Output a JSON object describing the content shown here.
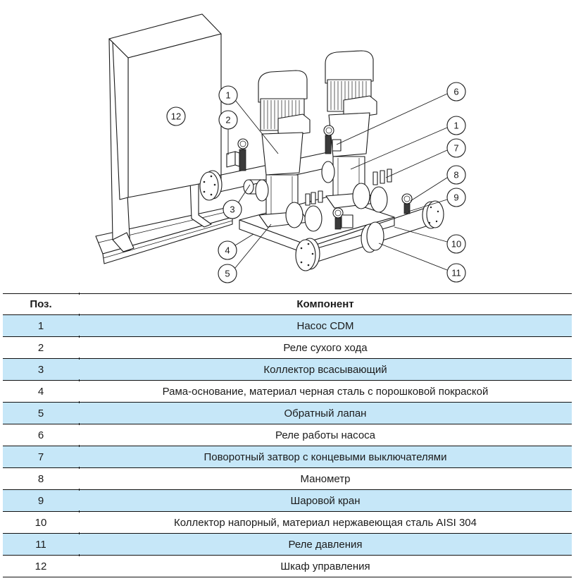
{
  "diagram": {
    "title": "Pump station components diagram",
    "callouts": [
      {
        "label": "12",
        "target": "control-cabinet"
      },
      {
        "label": "1",
        "target": "pump-cdm-left"
      },
      {
        "label": "2",
        "target": "dry-run-relay"
      },
      {
        "label": "3",
        "target": "suction-manifold"
      },
      {
        "label": "4",
        "target": "base-frame"
      },
      {
        "label": "5",
        "target": "check-valve"
      },
      {
        "label": "6",
        "target": "pump-operation-relay"
      },
      {
        "label": "1",
        "target": "pump-cdm-right"
      },
      {
        "label": "7",
        "target": "butterfly-valve"
      },
      {
        "label": "8",
        "target": "pressure-gauge"
      },
      {
        "label": "9",
        "target": "ball-valve"
      },
      {
        "label": "10",
        "target": "discharge-manifold"
      },
      {
        "label": "11",
        "target": "pressure-relay"
      }
    ]
  },
  "table": {
    "headers": {
      "position": "Поз.",
      "component": "Компонент"
    },
    "rows": [
      {
        "pos": "1",
        "component": "Насос CDM"
      },
      {
        "pos": "2",
        "component": "Реле сухого хода"
      },
      {
        "pos": "3",
        "component": "Коллектор всасывающий"
      },
      {
        "pos": "4",
        "component": "Рама-основание, материал черная сталь с порошковой покраской"
      },
      {
        "pos": "5",
        "component": "Обратный лапан"
      },
      {
        "pos": "6",
        "component": "Реле работы насоса"
      },
      {
        "pos": "7",
        "component": "Поворотный затвор с концевыми выключателями"
      },
      {
        "pos": "8",
        "component": "Манометр"
      },
      {
        "pos": "9",
        "component": "Шаровой кран"
      },
      {
        "pos": "10",
        "component": "Коллектор напорный, материал нержавеющая сталь AISI 304"
      },
      {
        "pos": "11",
        "component": "Реле давления"
      },
      {
        "pos": "12",
        "component": "Шкаф управления"
      }
    ],
    "row_highlight_color": "#c6e7f8"
  }
}
